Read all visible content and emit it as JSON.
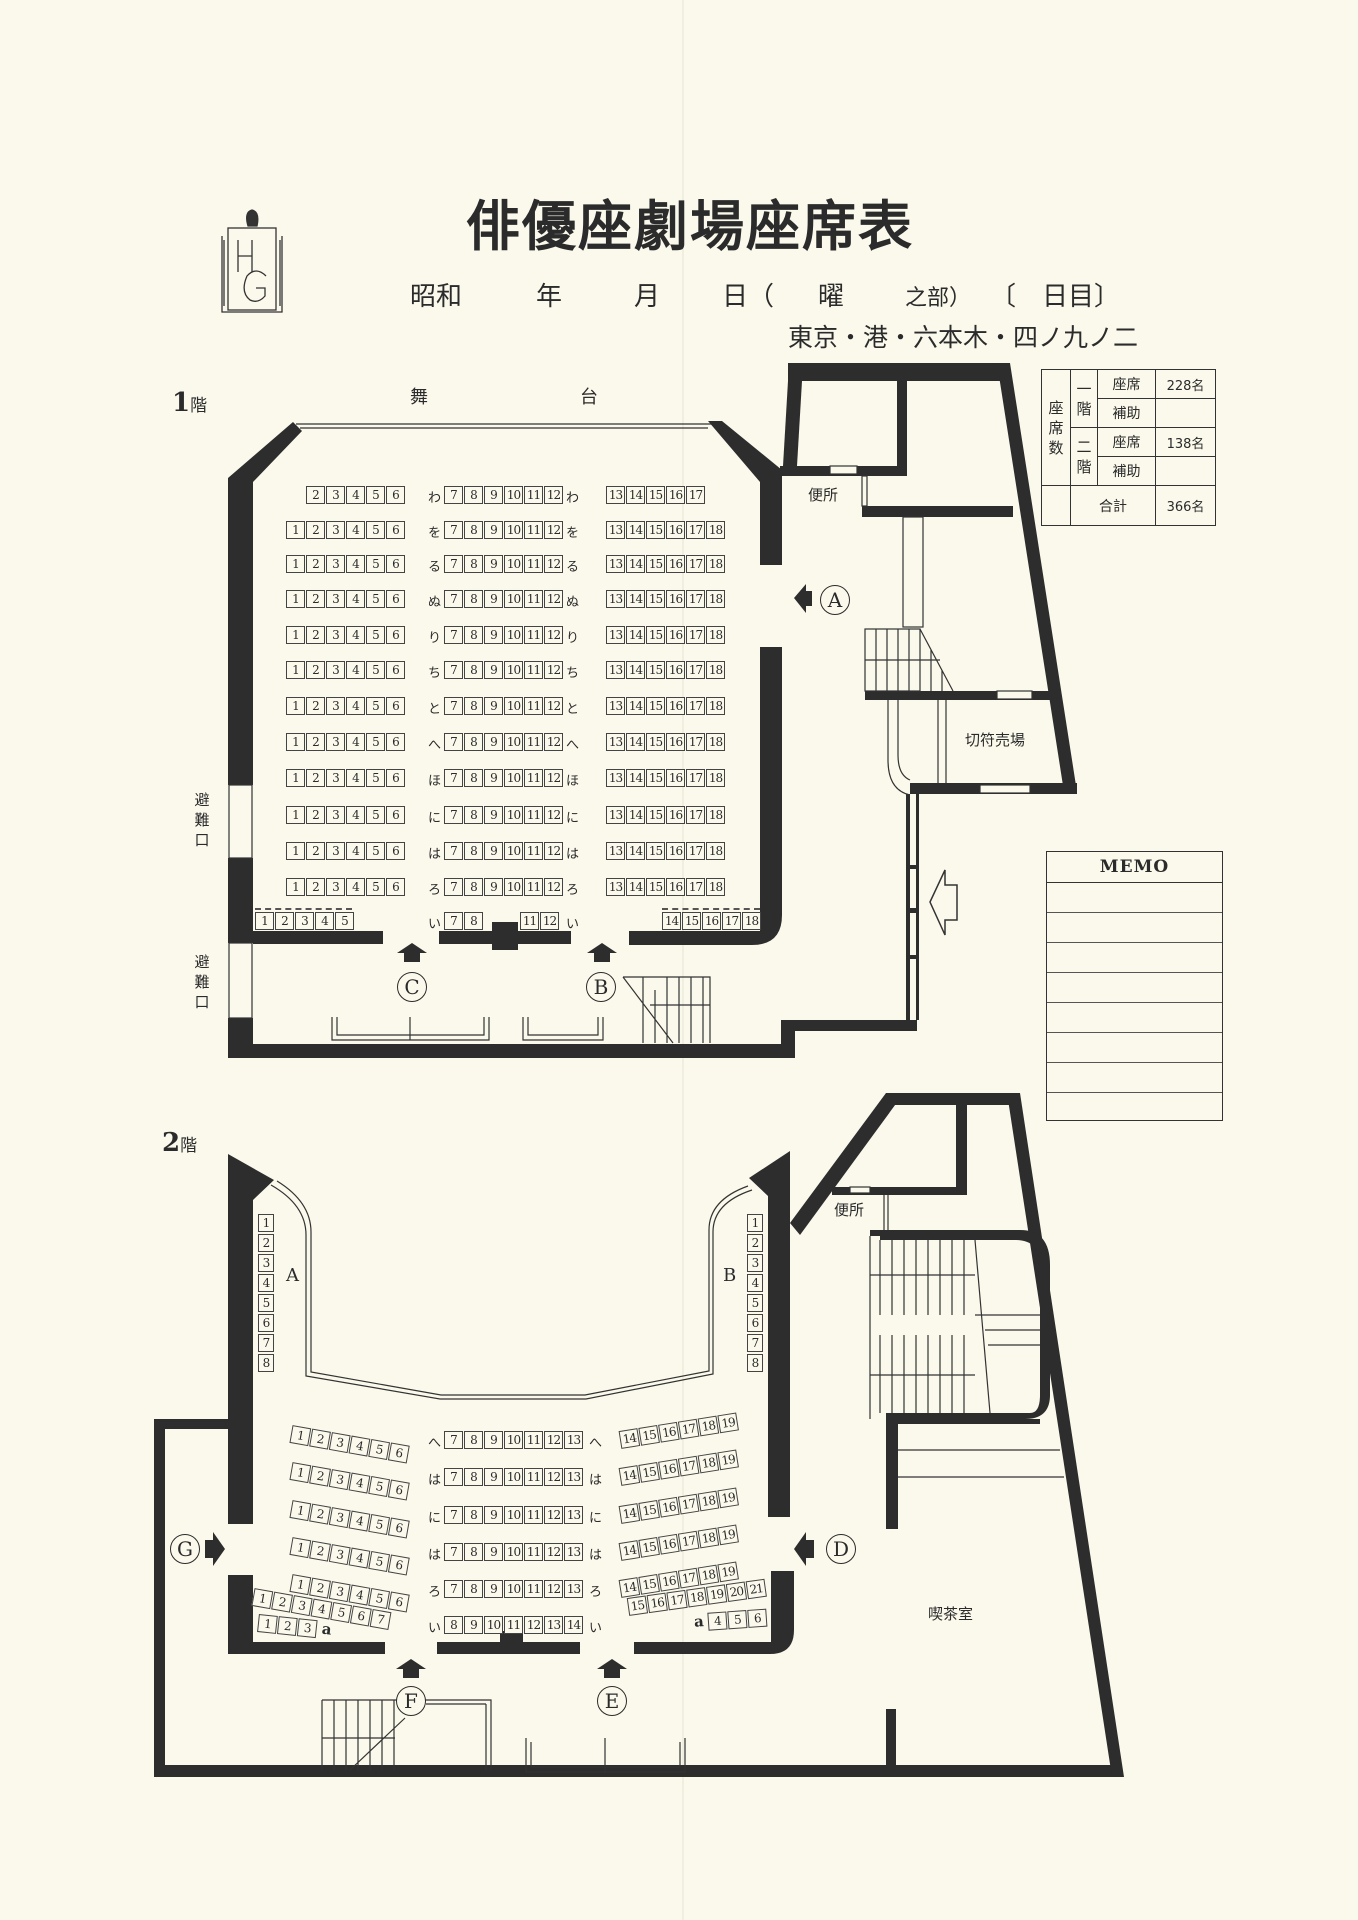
{
  "header": {
    "title": "俳優座劇場座席表",
    "logo_letters": "HG",
    "date_line": {
      "era": "昭和",
      "year": "年",
      "month": "月",
      "day": "日（",
      "weekday": "曜",
      "performance": "之部）",
      "day_count": "〔　日目〕"
    },
    "address": "東京・港・六本木・四ノ九ノ二"
  },
  "stats": {
    "side_label": "座席数",
    "floor1": "一階",
    "floor2": "二階",
    "seats": "座席",
    "extra": "補助",
    "floor1_seats": "228名",
    "floor2_seats": "138名",
    "total_label": "合計",
    "total": "366名"
  },
  "memo": {
    "title": "MEMO"
  },
  "floor1": {
    "label": "1",
    "label_suffix": "階",
    "stage": [
      "舞",
      "台"
    ],
    "toilet": "便所",
    "ticket": "切符売場",
    "emergency_exit": "避難口",
    "entrances": [
      "A",
      "B",
      "C"
    ],
    "rows": [
      {
        "kana": "わ",
        "left": [
          2,
          3,
          4,
          5,
          6
        ],
        "center": [
          7,
          8,
          9,
          10,
          11,
          12
        ],
        "right": [
          13,
          14,
          15,
          16,
          17
        ]
      },
      {
        "kana": "を",
        "left": [
          1,
          2,
          3,
          4,
          5,
          6
        ],
        "center": [
          7,
          8,
          9,
          10,
          11,
          12
        ],
        "right": [
          13,
          14,
          15,
          16,
          17,
          18
        ]
      },
      {
        "kana": "る",
        "left": [
          1,
          2,
          3,
          4,
          5,
          6
        ],
        "center": [
          7,
          8,
          9,
          10,
          11,
          12
        ],
        "right": [
          13,
          14,
          15,
          16,
          17,
          18
        ]
      },
      {
        "kana": "ぬ",
        "left": [
          1,
          2,
          3,
          4,
          5,
          6
        ],
        "center": [
          7,
          8,
          9,
          10,
          11,
          12
        ],
        "right": [
          13,
          14,
          15,
          16,
          17,
          18
        ]
      },
      {
        "kana": "り",
        "left": [
          1,
          2,
          3,
          4,
          5,
          6
        ],
        "center": [
          7,
          8,
          9,
          10,
          11,
          12
        ],
        "right": [
          13,
          14,
          15,
          16,
          17,
          18
        ]
      },
      {
        "kana": "ち",
        "left": [
          1,
          2,
          3,
          4,
          5,
          6
        ],
        "center": [
          7,
          8,
          9,
          10,
          11,
          12
        ],
        "right": [
          13,
          14,
          15,
          16,
          17,
          18
        ]
      },
      {
        "kana": "と",
        "left": [
          1,
          2,
          3,
          4,
          5,
          6
        ],
        "center": [
          7,
          8,
          9,
          10,
          11,
          12
        ],
        "right": [
          13,
          14,
          15,
          16,
          17,
          18
        ]
      },
      {
        "kana": "へ",
        "left": [
          1,
          2,
          3,
          4,
          5,
          6
        ],
        "center": [
          7,
          8,
          9,
          10,
          11,
          12
        ],
        "right": [
          13,
          14,
          15,
          16,
          17,
          18
        ]
      },
      {
        "kana": "ほ",
        "left": [
          1,
          2,
          3,
          4,
          5,
          6
        ],
        "center": [
          7,
          8,
          9,
          10,
          11,
          12
        ],
        "right": [
          13,
          14,
          15,
          16,
          17,
          18
        ]
      },
      {
        "kana": "に",
        "left": [
          1,
          2,
          3,
          4,
          5,
          6
        ],
        "center": [
          7,
          8,
          9,
          10,
          11,
          12
        ],
        "right": [
          13,
          14,
          15,
          16,
          17,
          18
        ]
      },
      {
        "kana": "は",
        "left": [
          1,
          2,
          3,
          4,
          5,
          6
        ],
        "center": [
          7,
          8,
          9,
          10,
          11,
          12
        ],
        "right": [
          13,
          14,
          15,
          16,
          17,
          18
        ]
      },
      {
        "kana": "ろ",
        "left": [
          1,
          2,
          3,
          4,
          5,
          6
        ],
        "center": [
          7,
          8,
          9,
          10,
          11,
          12
        ],
        "right": [
          13,
          14,
          15,
          16,
          17,
          18
        ]
      },
      {
        "kana": "い",
        "left": [
          1,
          2,
          3,
          4,
          5
        ],
        "center": [
          7,
          8,
          null,
          null,
          11,
          12
        ],
        "right": [
          14,
          15,
          16,
          17,
          18
        ]
      }
    ]
  },
  "floor2": {
    "label": "2",
    "label_suffix": "階",
    "toilet": "便所",
    "cafe": "喫茶室",
    "entrances": [
      "D",
      "E",
      "F",
      "G"
    ],
    "balcony_a": {
      "label": "A",
      "seats": [
        1,
        2,
        3,
        4,
        5,
        6,
        7,
        8
      ]
    },
    "balcony_b": {
      "label": "B",
      "seats": [
        1,
        2,
        3,
        4,
        5,
        6,
        7,
        8
      ]
    },
    "rows": [
      {
        "kana": "へ",
        "left": [
          1,
          2,
          3,
          4,
          5,
          6
        ],
        "center": [
          7,
          8,
          9,
          10,
          11,
          12,
          13
        ],
        "right": [
          14,
          15,
          16,
          17,
          18,
          19
        ]
      },
      {
        "kana": "は",
        "left": [
          1,
          2,
          3,
          4,
          5,
          6
        ],
        "center": [
          7,
          8,
          9,
          10,
          11,
          12,
          13
        ],
        "right": [
          14,
          15,
          16,
          17,
          18,
          19
        ]
      },
      {
        "kana": "に",
        "left": [
          1,
          2,
          3,
          4,
          5,
          6
        ],
        "center": [
          7,
          8,
          9,
          10,
          11,
          12,
          13
        ],
        "right": [
          14,
          15,
          16,
          17,
          18,
          19
        ]
      },
      {
        "kana": "は",
        "left": [
          1,
          2,
          3,
          4,
          5,
          6
        ],
        "center": [
          7,
          8,
          9,
          10,
          11,
          12,
          13
        ],
        "right": [
          14,
          15,
          16,
          17,
          18,
          19
        ]
      },
      {
        "kana": "ろ",
        "left": [
          1,
          2,
          3,
          4,
          5,
          6
        ],
        "center": [
          7,
          8,
          9,
          10,
          11,
          12,
          13
        ],
        "right": [
          14,
          15,
          16,
          17,
          18,
          19
        ]
      },
      {
        "kana": "",
        "left": [
          1,
          2,
          3,
          4,
          5,
          6,
          7
        ],
        "center": [],
        "right": [
          15,
          16,
          17,
          18,
          19,
          20,
          21
        ]
      },
      {
        "kana": "い",
        "left": [
          1,
          2,
          3,
          "a"
        ],
        "center": [
          8,
          9,
          10,
          11,
          12,
          13,
          14
        ],
        "right": [
          "a",
          4,
          5,
          6
        ]
      }
    ]
  }
}
